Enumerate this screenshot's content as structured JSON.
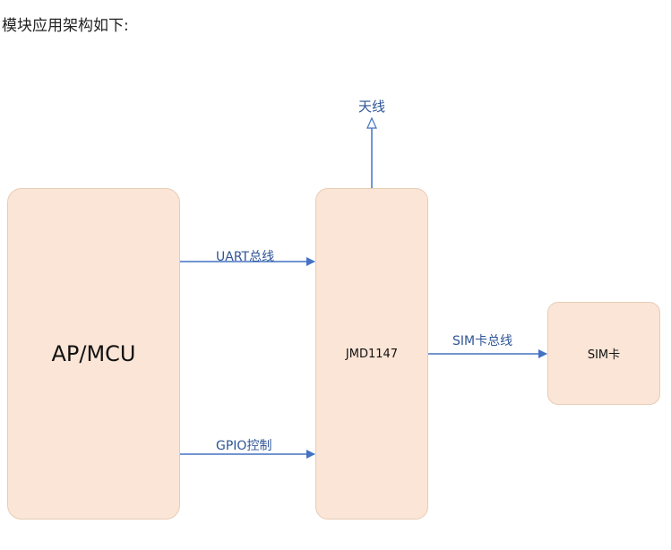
{
  "heading": "模块应用架构如下:",
  "diagram": {
    "colors": {
      "box_fill": "#fbe5d6",
      "box_border": "#e8ccb6",
      "connector": "#4472c4",
      "label": "#2f5597"
    },
    "nodes": {
      "ap_mcu": "AP/MCU",
      "jmd": "JMD1147",
      "sim_card": "SIM卡"
    },
    "edges": {
      "antenna": "天线",
      "uart_bus": "UART总线",
      "gpio_control": "GPIO控制",
      "sim_bus": "SIM卡总线"
    }
  }
}
